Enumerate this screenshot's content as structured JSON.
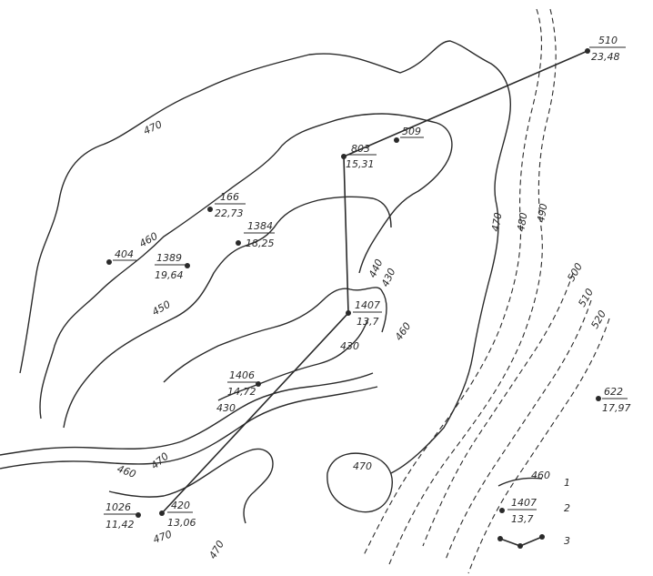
{
  "map": {
    "contour_labels": [
      "470",
      "460",
      "450",
      "440",
      "430",
      "460",
      "470",
      "480",
      "490",
      "500",
      "510",
      "520",
      "470",
      "460",
      "470",
      "470",
      "470",
      "430",
      "430",
      "470"
    ],
    "wells": [
      {
        "id": "510",
        "value": "23,48"
      },
      {
        "id": "509",
        "value": ""
      },
      {
        "id": "803",
        "value": "15,31"
      },
      {
        "id": "166",
        "value": "22,73"
      },
      {
        "id": "1384",
        "value": "18,25"
      },
      {
        "id": "404",
        "value": ""
      },
      {
        "id": "1389",
        "value": "19,64"
      },
      {
        "id": "1407",
        "value": "13,7"
      },
      {
        "id": "1406",
        "value": "14,72"
      },
      {
        "id": "622",
        "value": "17,97"
      },
      {
        "id": "1026",
        "value": "11,42"
      },
      {
        "id": "420",
        "value": "13,06"
      }
    ],
    "legend": [
      {
        "number": "1",
        "sample": "460"
      },
      {
        "number": "2",
        "sample_id": "1407",
        "sample_value": "13,7"
      },
      {
        "number": "3"
      }
    ]
  }
}
